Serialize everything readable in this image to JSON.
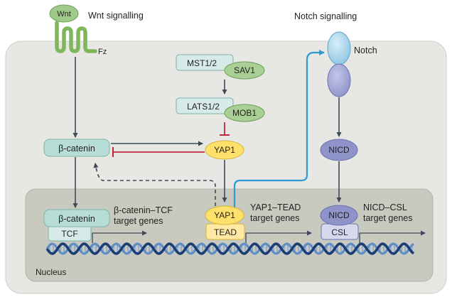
{
  "wnt": {
    "ligand": "Wnt",
    "title": "Wnt signalling",
    "receptor": "Fz",
    "beta_catenin": "β-catenin",
    "nuclear_beta_catenin": "β-catenin",
    "tcf": "TCF",
    "target_genes_line1": "β-catenin–TCF",
    "target_genes_line2": "target genes"
  },
  "hippo": {
    "mst": "MST1/2",
    "sav": "SAV1",
    "lats": "LATS1/2",
    "mob": "MOB1",
    "yap": "YAP1",
    "nuclear_yap": "YAP1",
    "tead": "TEAD",
    "target_genes_line1": "YAP1–TEAD",
    "target_genes_line2": "target genes"
  },
  "notch": {
    "title": "Notch signalling",
    "receptor": "Notch",
    "nicd": "NICD",
    "nuclear_nicd": "NICD",
    "csl": "CSL",
    "target_genes_line1": "NICD–CSL",
    "target_genes_line2": "target genes"
  },
  "nucleus": {
    "label": "Nucleus"
  },
  "colors": {
    "cell": "#e7e8e3",
    "nucleus": "#c9cabf",
    "wnt_green": "#9fc98a",
    "receptor_green": "#7fb65c",
    "catenin_teal": "#b7ded6",
    "hippo_box": "#d6ebe8",
    "hippo_green": "#a9cf95",
    "yap_yellow": "#ffe06a",
    "notch_blue": "#8fc6e3",
    "notch_purple": "#8e94c9",
    "inhibit_red": "#c2263a",
    "arrow_dark": "#3f4a57",
    "notch_arrow_blue": "#2b9ad6",
    "dna_dark": "#1c3e76",
    "dna_light": "#5f8cc6"
  }
}
